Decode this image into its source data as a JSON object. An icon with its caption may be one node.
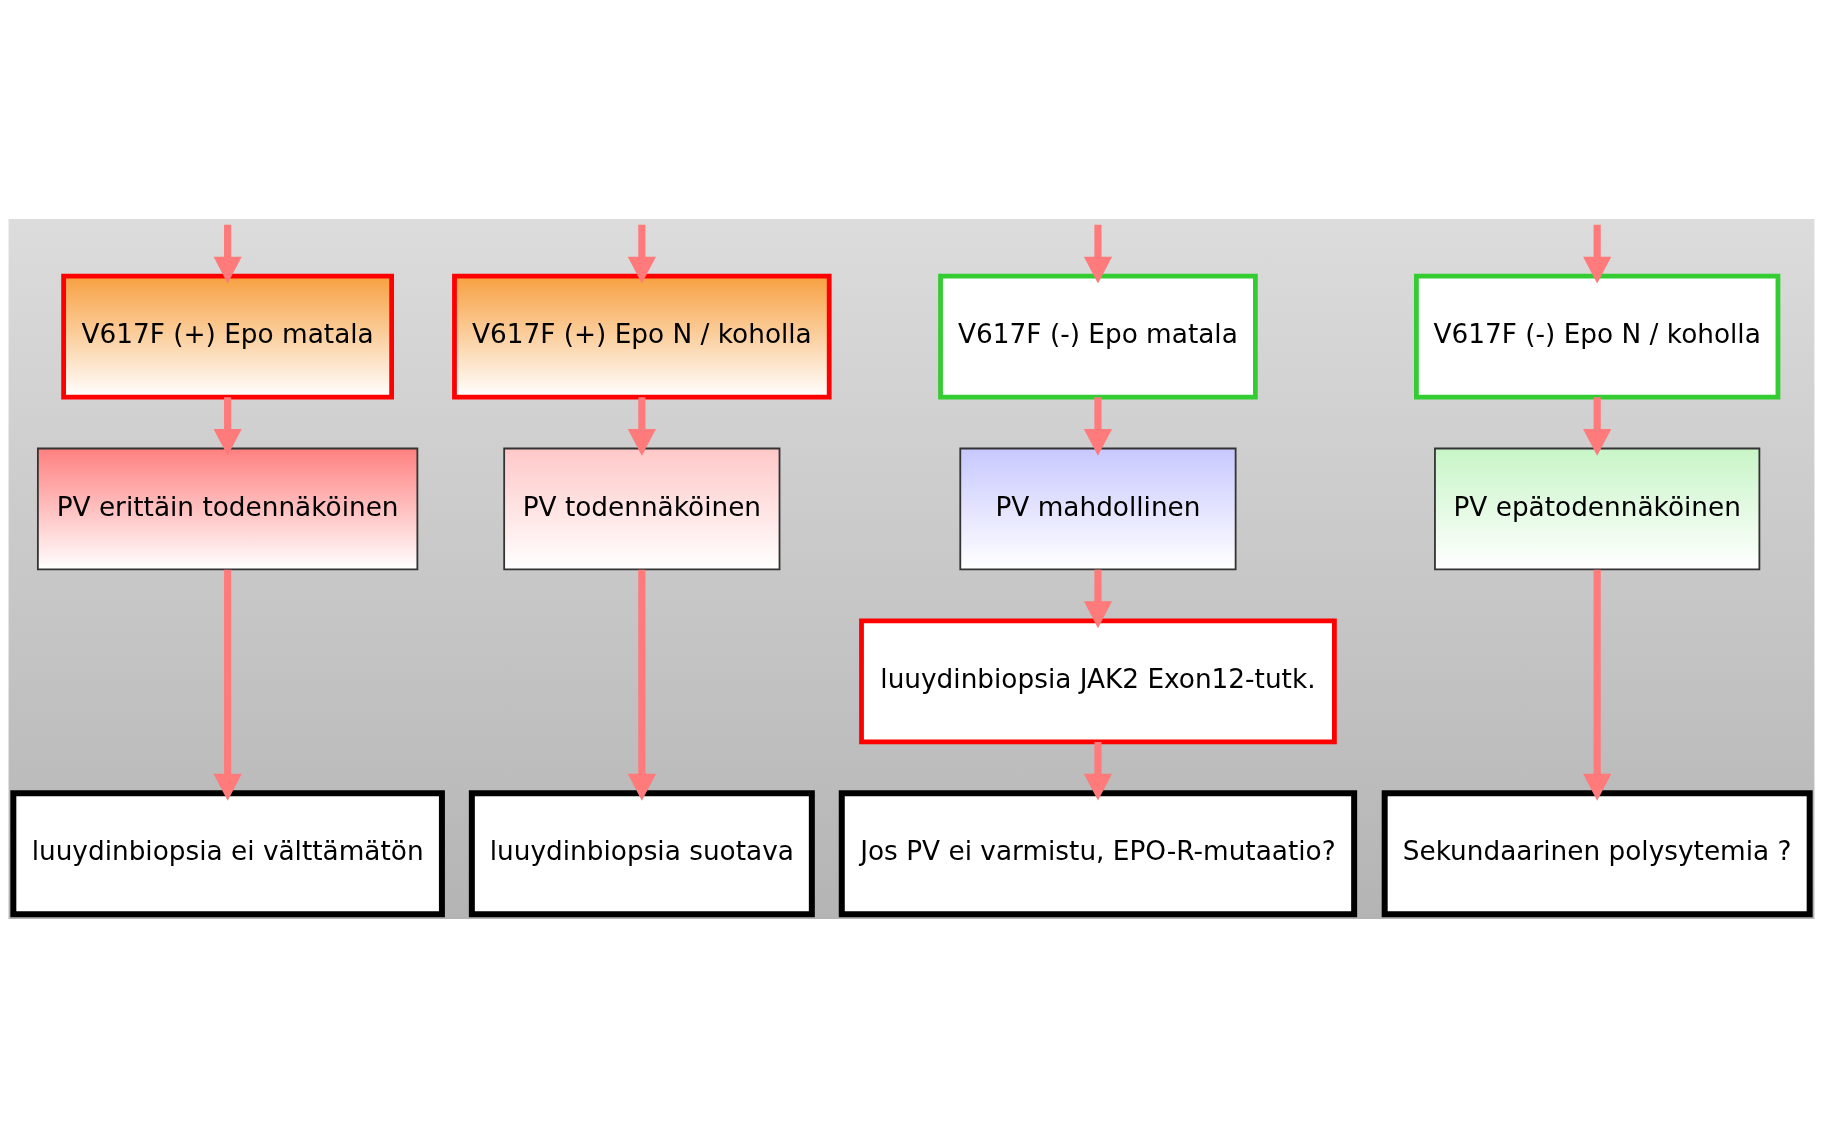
{
  "diagram": {
    "nodes": [
      {
        "text": [
          "V617F (+) Epo matala"
        ]
      },
      {
        "text": [
          "V617F (+) Epo N / koholla"
        ]
      },
      {
        "text": [
          "V617F (-) Epo matala"
        ]
      },
      {
        "text": [
          "V617F (-) Epo N / koholla"
        ]
      },
      {
        "text": [
          "PV erittäin todennäköinen"
        ]
      },
      {
        "text": [
          "PV todennäköinen"
        ]
      },
      {
        "text": [
          "PV mahdollinen"
        ]
      },
      {
        "text": [
          "PV epätodennäköinen"
        ]
      },
      {
        "text": [
          "luuydinbiopsia JAK2 Exon12-tutk."
        ]
      },
      {
        "text": [
          "luuydinbiopsia ei välttämätön"
        ]
      },
      {
        "text": [
          "luuydinbiopsia suotava"
        ]
      },
      {
        "text": [
          "Jos PV ei varmistu, EPO-R-mutaatio?"
        ]
      },
      {
        "text": [
          "Sekundaarinen polysytemia ?"
        ]
      }
    ],
    "edges": [
      {
        "from": null,
        "to": 0,
        "arrow": "to"
      },
      {
        "from": null,
        "to": 1,
        "arrow": "to"
      },
      {
        "from": null,
        "to": 2,
        "arrow": "to"
      },
      {
        "from": null,
        "to": 3,
        "arrow": "to"
      },
      {
        "from": 0,
        "to": 4,
        "arrow": "to"
      },
      {
        "from": 1,
        "to": 5,
        "arrow": "to"
      },
      {
        "from": 2,
        "to": 6,
        "arrow": "to"
      },
      {
        "from": 3,
        "to": 7,
        "arrow": "to"
      },
      {
        "from": 4,
        "to": 9,
        "arrow": "to"
      },
      {
        "from": 5,
        "to": 10,
        "arrow": "to"
      },
      {
        "from": 6,
        "to": 8,
        "arrow": "to"
      },
      {
        "from": 8,
        "to": 11,
        "arrow": "to"
      },
      {
        "from": 7,
        "to": 12,
        "arrow": "to"
      }
    ]
  }
}
